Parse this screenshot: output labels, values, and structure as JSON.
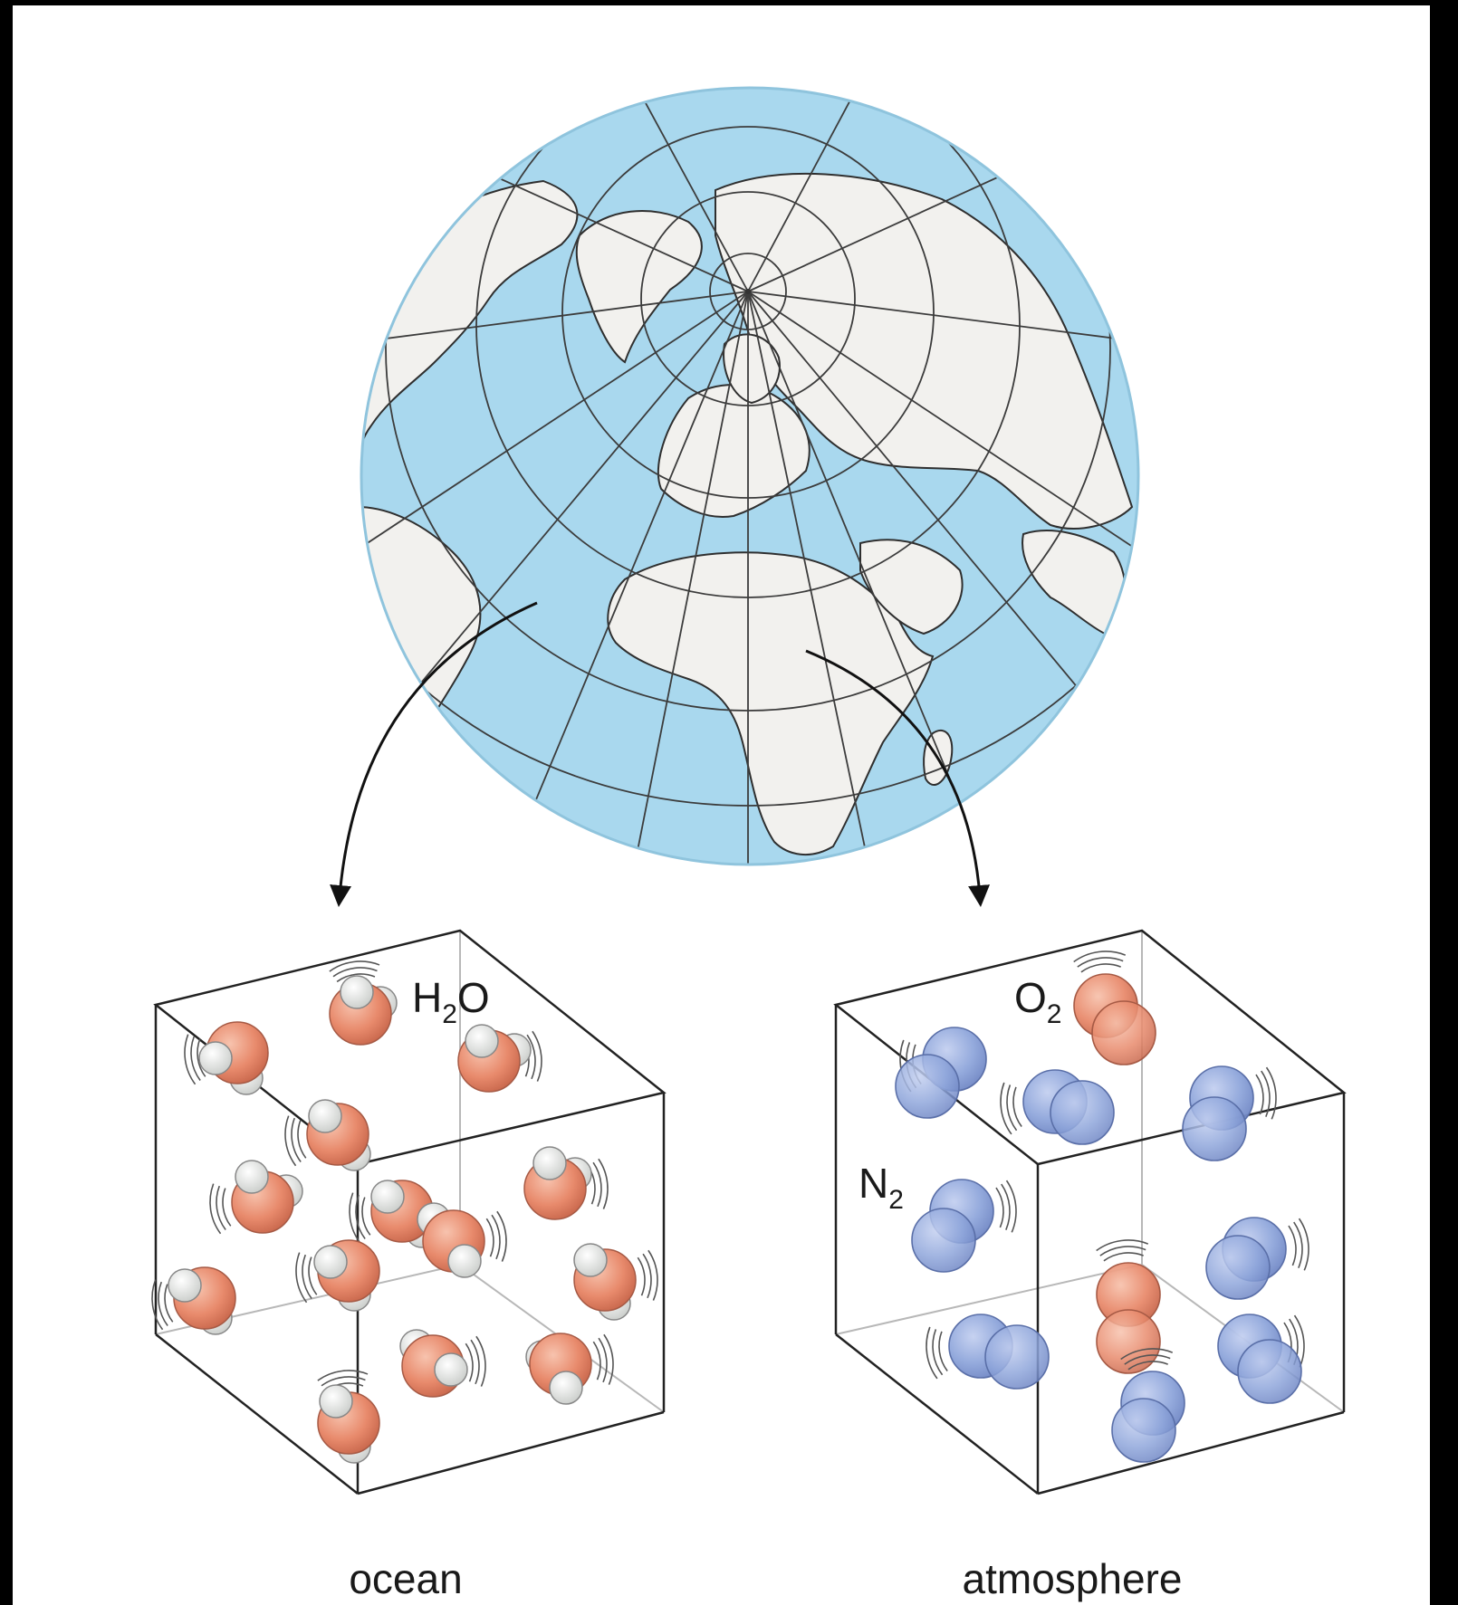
{
  "labels": {
    "h2o": {
      "base": "H",
      "sub": "2",
      "tail": "O"
    },
    "o2": {
      "base": "O",
      "sub": "2"
    },
    "n2": {
      "base": "N",
      "sub": "2"
    },
    "ocean": "ocean",
    "atmosphere": "atmosphere"
  },
  "colors": {
    "ocean_blue": "#a9d8ee",
    "land": "#f2f1ee",
    "grid": "#3c3c3c",
    "oxygen_red": "#e88a6c",
    "nitrogen_blue": "#8fa6db",
    "hydrogen": "#e6e8e6",
    "background_frame": "#000000"
  },
  "icons": {
    "globe": "earth-globe-icon",
    "arrows": "curved-arrow-icon",
    "water_molecule": "water-molecule-icon",
    "o2_molecule": "oxygen-molecule-icon",
    "n2_molecule": "nitrogen-molecule-icon"
  }
}
